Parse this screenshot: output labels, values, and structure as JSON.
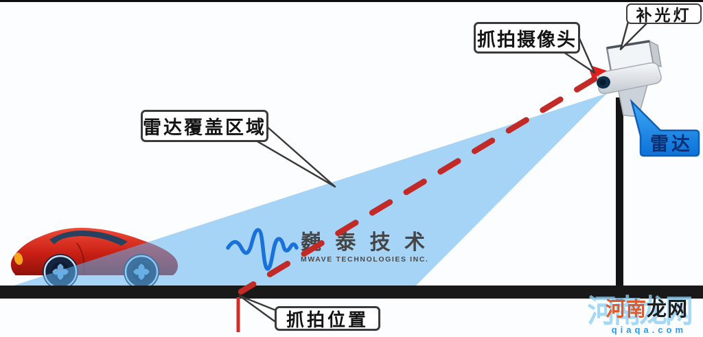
{
  "diagram": {
    "callouts": {
      "radar_coverage": "雷达覆盖区域",
      "capture_camera": "抓拍摄像头",
      "fill_light": "补光灯",
      "radar": "雷达",
      "capture_position": "抓拍位置"
    },
    "logo": {
      "name_cn": "巍 泰 技 术",
      "name_en": "MWAVE TECHNOLOGIES INC."
    },
    "watermark": {
      "site_region": "河南",
      "site_name": "龙网",
      "site_full": "河南龙网",
      "url": "qiaqa.com"
    },
    "colors": {
      "beam_blue": "rgba(96,178,240,0.55)",
      "dash_red": "#c22a28",
      "bubble_blue_start": "#3fa9f5",
      "bubble_blue_end": "#0c72d8",
      "road_black": "#191919",
      "car_red": "#d42b20",
      "logo_blue": "#1a72d8",
      "watermark_orange": "#e2592c",
      "watermark_url_blue": "#2d9ae6"
    }
  }
}
